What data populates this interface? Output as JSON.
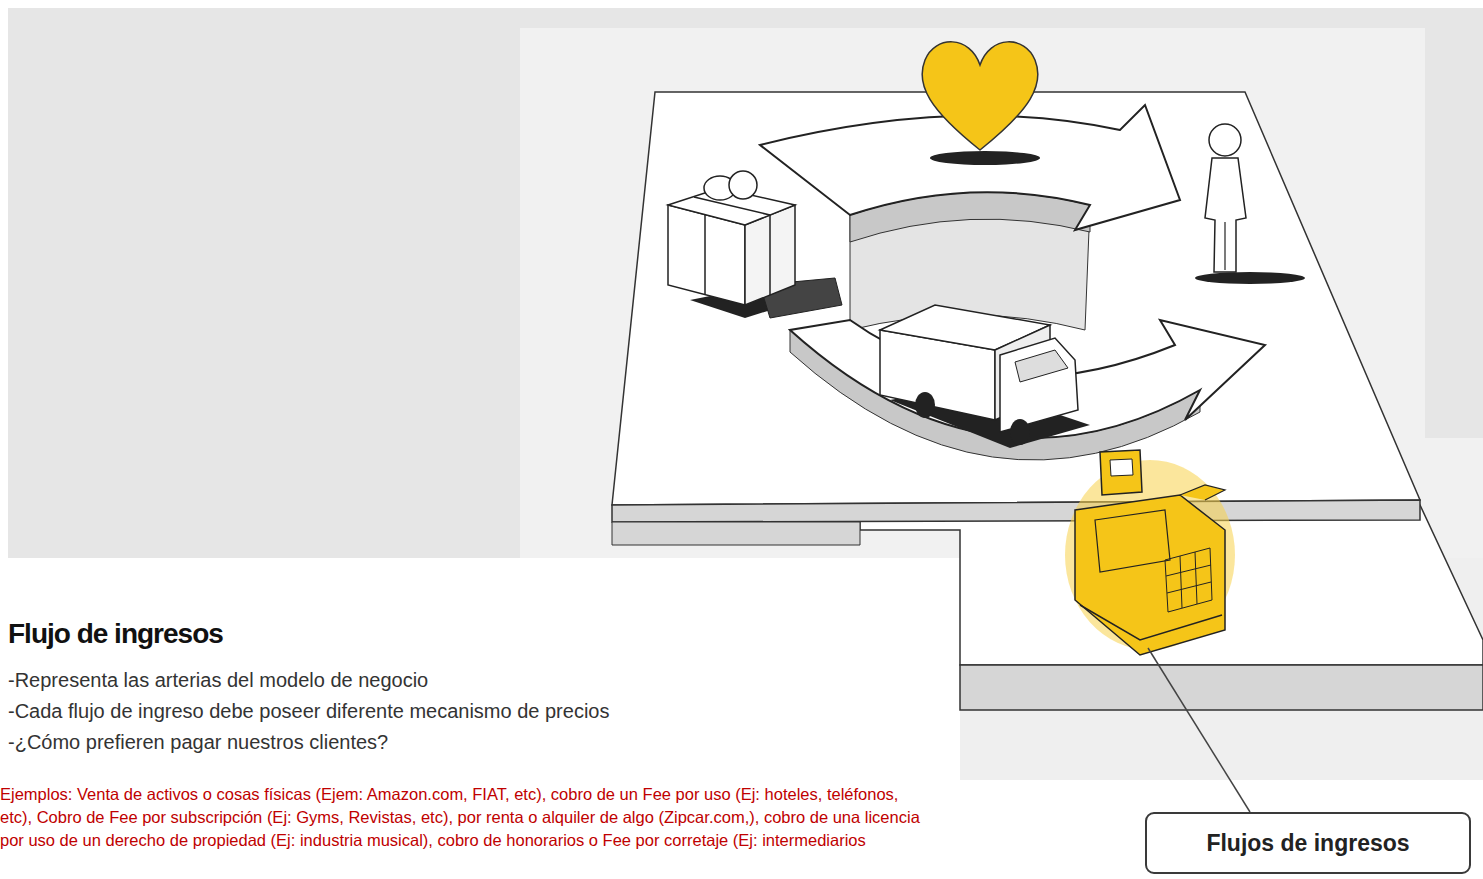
{
  "diagram": {
    "title": "Flujo de ingresos",
    "nodes": [
      {
        "text": [
          "Flujos de ingresos"
        ]
      }
    ],
    "labels": [
      "-Representa las arterias del modelo de negocio",
      "-Cada flujo de ingreso debe poseer diferente mecanismo de precios",
      "-¿Cómo prefieren pagar nuestros clientes?",
      "Ejemplos: Venta de activos o cosas físicas (Ejem: Amazon.com, FIAT, etc), cobro de un Fee por uso (Ej: hoteles, teléfonos, etc), Cobro de Fee por subscripción (Ej: Gyms, Revistas, etc), por renta o alquiler de algo (Zipcar.com,), cobro de una licencia por uso de un derecho de propiedad (Ej: industria musical), cobro de honorarios o Fee por corretaje (Ej: intermediarios"
    ]
  }
}
